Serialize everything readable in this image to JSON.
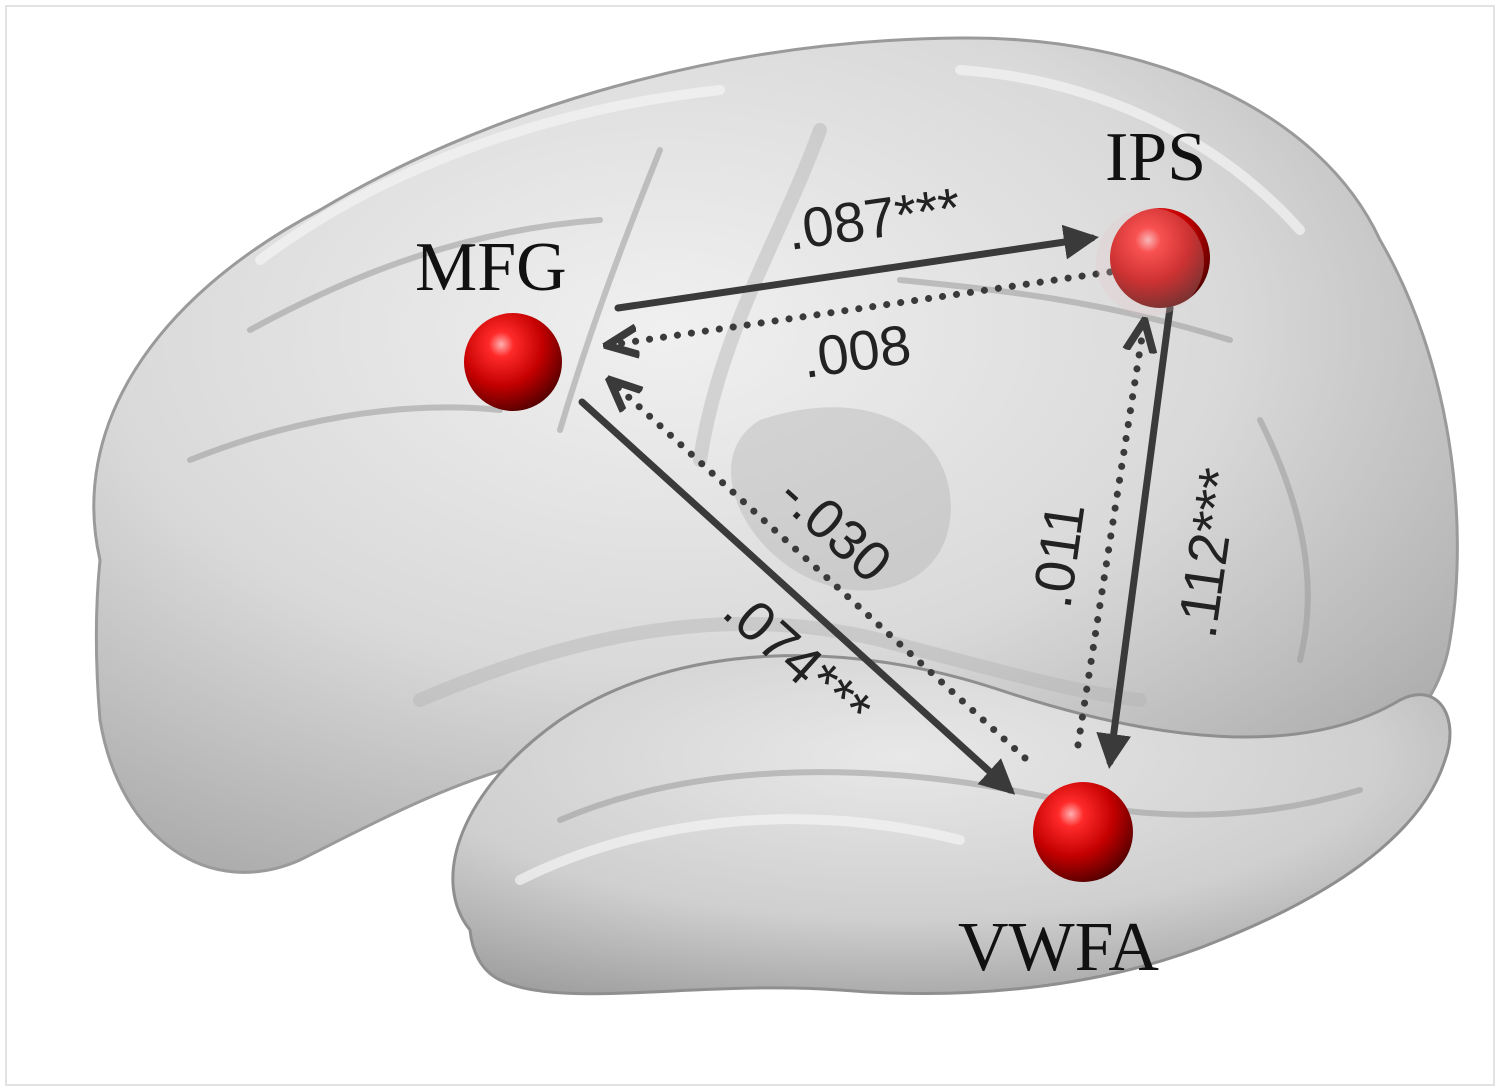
{
  "regions": {
    "mfg": {
      "label": "MFG"
    },
    "ips": {
      "label": "IPS"
    },
    "vwfa": {
      "label": "VWFA"
    }
  },
  "connections": {
    "mfg_to_ips": {
      "from": "MFG",
      "to": "IPS",
      "value": ".087***",
      "style": "solid"
    },
    "ips_to_mfg": {
      "from": "IPS",
      "to": "MFG",
      "value": ".008",
      "style": "dotted"
    },
    "mfg_to_vwfa": {
      "from": "MFG",
      "to": "VWFA",
      "value": ".074***",
      "style": "solid"
    },
    "vwfa_to_mfg": {
      "from": "VWFA",
      "to": "MFG",
      "value": "-.030",
      "style": "dotted"
    },
    "ips_to_vwfa": {
      "from": "IPS",
      "to": "VWFA",
      "value": ".112***",
      "style": "solid"
    },
    "vwfa_to_ips": {
      "from": "VWFA",
      "to": "IPS",
      "value": ".011",
      "style": "dotted"
    }
  },
  "colors": {
    "node": "#cc0000",
    "arrow": "#3a3a3a",
    "brain": "#d6d6d6"
  }
}
